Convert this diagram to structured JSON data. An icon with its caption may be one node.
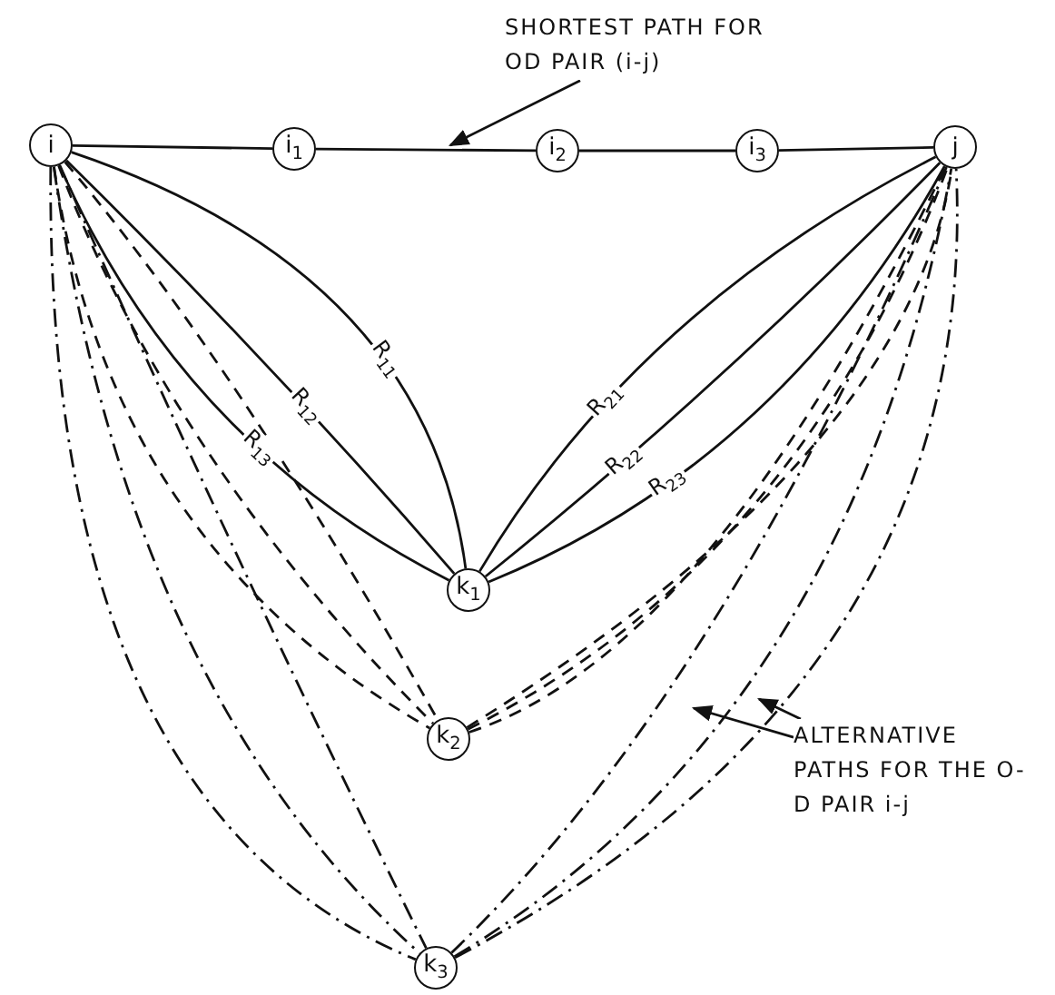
{
  "diagram": {
    "nodes": [
      {
        "text": [
          "i"
        ]
      },
      {
        "text": [
          "i$_{1}$"
        ]
      },
      {
        "text": [
          "i$_{2}$"
        ]
      },
      {
        "text": [
          "i$_{3}$"
        ]
      },
      {
        "text": [
          "j"
        ]
      },
      {
        "text": [
          "k$_{1}$"
        ]
      },
      {
        "text": [
          "k$_{2}$"
        ]
      },
      {
        "text": [
          "k$_{3}$"
        ]
      },
      {
        "text": [
          "SHORTEST PATH FOR OD PAIR (i-j)"
        ]
      },
      {
        "text": [
          "ALTERNATIVE PATHS FOR THE O-D PAIR i-j"
        ]
      }
    ],
    "edges": [
      {
        "from": 0,
        "to": 1,
        "arrow": "none"
      },
      {
        "from": 1,
        "to": 2,
        "arrow": "none"
      },
      {
        "from": 2,
        "to": 3,
        "arrow": "none"
      },
      {
        "from": 3,
        "to": 4,
        "arrow": "none"
      },
      {
        "from": 0,
        "to": 5,
        "arrow": "none",
        "label": "R$_{11}$"
      },
      {
        "from": 0,
        "to": 5,
        "arrow": "none",
        "label": "R$_{12}$"
      },
      {
        "from": 0,
        "to": 5,
        "arrow": "none",
        "label": "R$_{13}$"
      },
      {
        "from": 5,
        "to": 4,
        "arrow": "none",
        "label": "R$_{21}$"
      },
      {
        "from": 5,
        "to": 4,
        "arrow": "none",
        "label": "R$_{22}$"
      },
      {
        "from": 5,
        "to": 4,
        "arrow": "none",
        "label": "R$_{23}$"
      },
      {
        "from": 0,
        "to": 6,
        "arrow": "none",
        "style": "dashed"
      },
      {
        "from": 0,
        "to": 6,
        "arrow": "none",
        "style": "dashed"
      },
      {
        "from": 0,
        "to": 6,
        "arrow": "none",
        "style": "dashed"
      },
      {
        "from": 6,
        "to": 4,
        "arrow": "none",
        "style": "dashed"
      },
      {
        "from": 6,
        "to": 4,
        "arrow": "none",
        "style": "dashed"
      },
      {
        "from": 6,
        "to": 4,
        "arrow": "none",
        "style": "dashed"
      },
      {
        "from": 0,
        "to": 7,
        "arrow": "none",
        "style": "dashed"
      },
      {
        "from": 0,
        "to": 7,
        "arrow": "none",
        "style": "dashed"
      },
      {
        "from": 0,
        "to": 7,
        "arrow": "none",
        "style": "dashed"
      },
      {
        "from": 7,
        "to": 4,
        "arrow": "none",
        "style": "dashed"
      },
      {
        "from": 7,
        "to": 4,
        "arrow": "none",
        "style": "dashed"
      },
      {
        "from": 7,
        "to": 4,
        "arrow": "none",
        "style": "dashed"
      },
      {
        "from": 8,
        "to": null,
        "arrow": "to"
      },
      {
        "from": 9,
        "to": null,
        "arrow": "to"
      },
      {
        "from": 9,
        "to": null,
        "arrow": "to"
      }
    ]
  }
}
